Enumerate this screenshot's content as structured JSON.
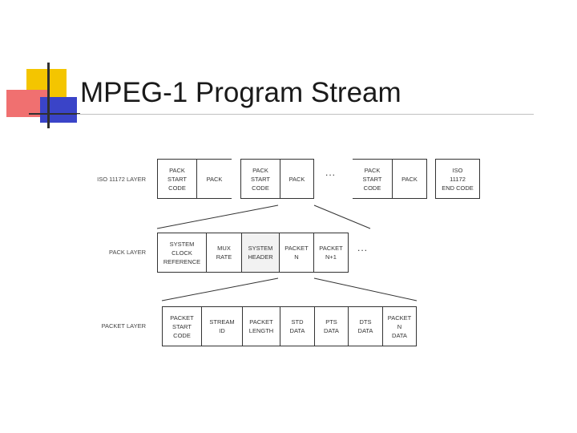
{
  "slide": {
    "title": "MPEG-1 Program Stream"
  },
  "diagram": {
    "layers": [
      {
        "label": "ISO 11172 LAYER",
        "cells": [
          "PACK\nSTART\nCODE",
          "PACK",
          "PACK\nSTART\nCODE",
          "PACK",
          "PACK\nSTART\nCODE",
          "PACK",
          "ISO\n11172\nEND CODE"
        ],
        "ellipsis": "..."
      },
      {
        "label": "PACK LAYER",
        "cells": [
          "SYSTEM\nCLOCK\nREFERENCE",
          "MUX\nRATE",
          "SYSTEM\nHEADER",
          "PACKET\nN",
          "PACKET\nN+1"
        ],
        "ellipsis": "..."
      },
      {
        "label": "PACKET LAYER",
        "cells": [
          "PACKET\nSTART\nCODE",
          "STREAM\nID",
          "PACKET\nLENGTH",
          "STD\nDATA",
          "PTS\nDATA",
          "DTS\nDATA",
          "PACKET\nN\nDATA"
        ]
      }
    ]
  }
}
